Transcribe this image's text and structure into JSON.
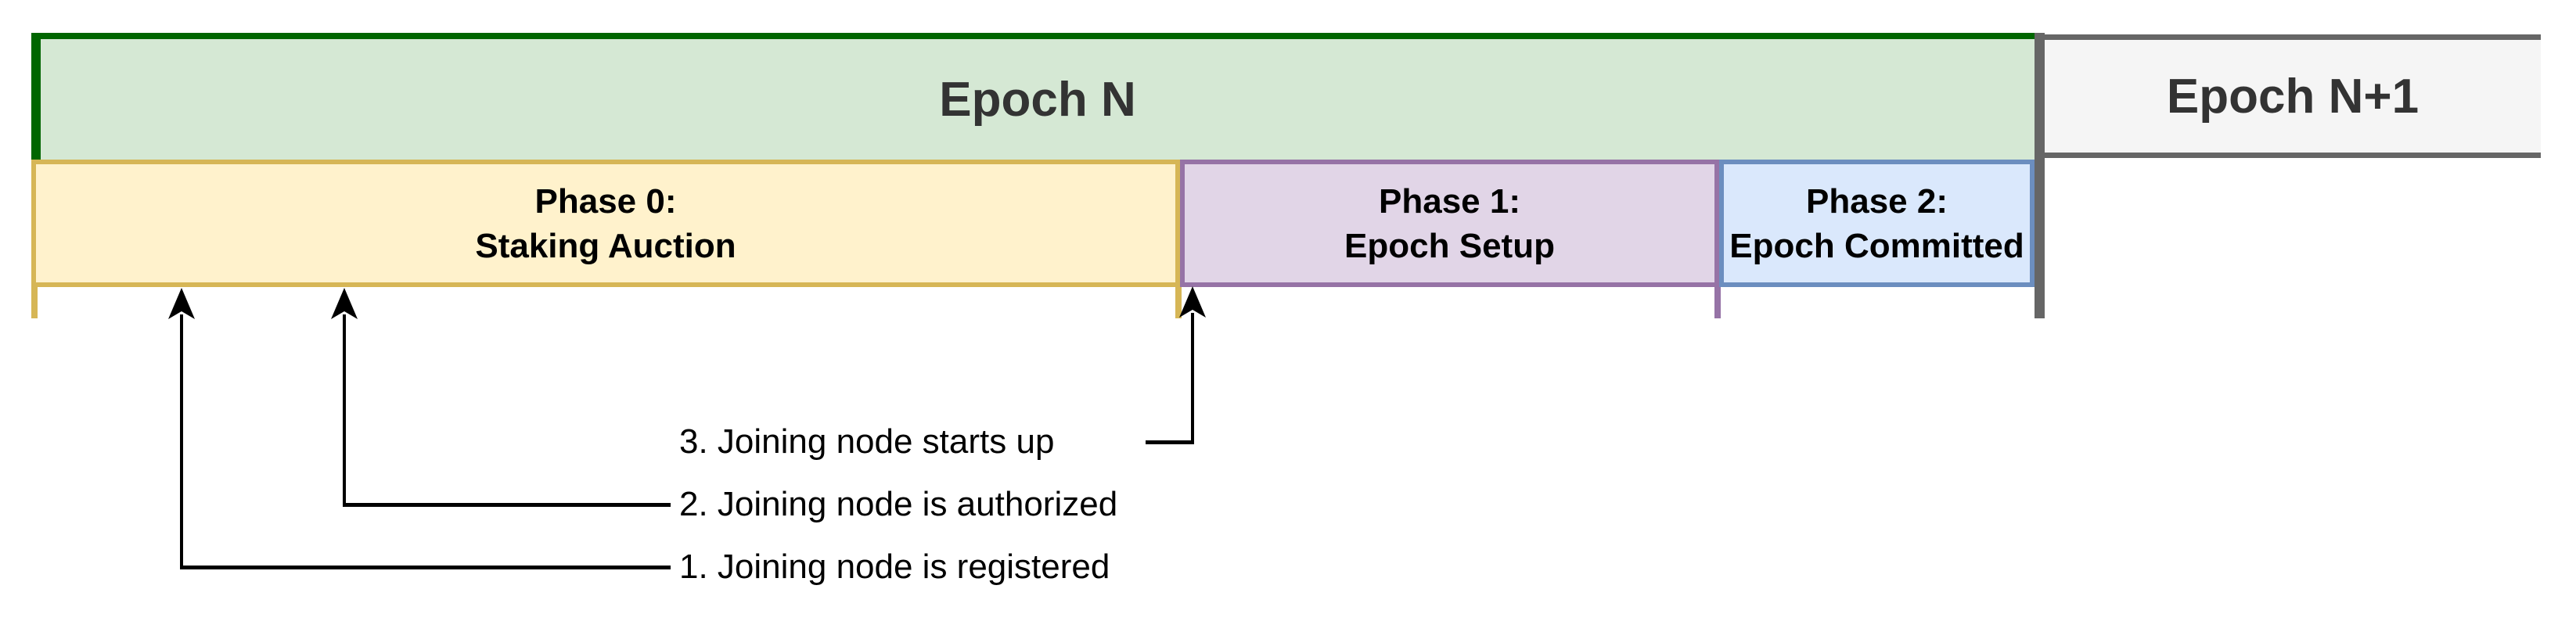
{
  "epochs": [
    {
      "label": "Epoch N"
    },
    {
      "label": "Epoch N+1"
    }
  ],
  "phases": [
    {
      "title": "Phase 0:",
      "subtitle": "Staking Auction"
    },
    {
      "title": "Phase 1:",
      "subtitle": "Epoch Setup"
    },
    {
      "title": "Phase 2:",
      "subtitle": "Epoch Committed"
    }
  ],
  "events": [
    {
      "label": "1. Joining node is registered"
    },
    {
      "label": "2. Joining node is authorized"
    },
    {
      "label": "3. Joining node starts up"
    }
  ],
  "colors": {
    "green_fill": "#d5e8d4",
    "green_border": "#006600",
    "yellow_fill": "#fff2cc",
    "yellow_border": "#d6b656",
    "purple_fill": "#e1d5e7",
    "purple_border": "#9673a6",
    "blue_fill": "#dae8fc",
    "blue_border": "#6c8ebf",
    "gray_fill": "#f5f5f5",
    "gray_border": "#666666",
    "epoch_text": "#333333",
    "text": "#000000"
  }
}
